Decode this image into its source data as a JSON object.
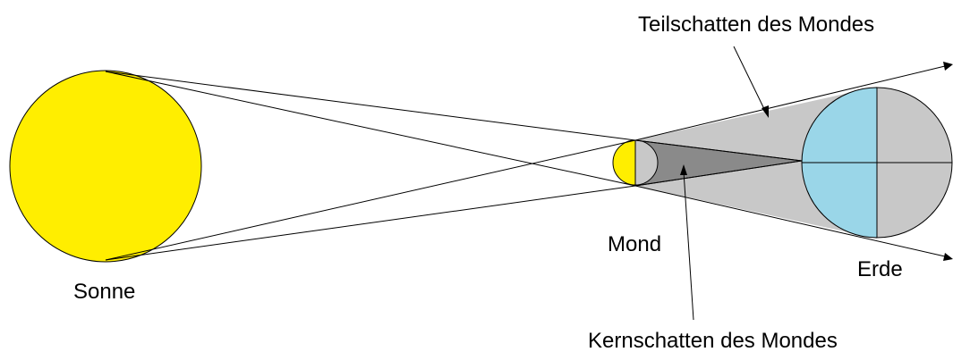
{
  "labels": {
    "sun": "Sonne",
    "moon": "Mond",
    "earth": "Erde",
    "penumbra": "Teilschatten des Mondes",
    "umbra": "Kernschatten des Mondes"
  },
  "colors": {
    "sun": "#ffee00",
    "moon_lit": "#ffee00",
    "moon_dark": "#c8c8c8",
    "penumbra": "#c8c8c8",
    "umbra": "#8a8a8a",
    "earth_lit": "#9ad6e8",
    "earth_dark": "#c8c8c8",
    "lines": "#000000"
  }
}
